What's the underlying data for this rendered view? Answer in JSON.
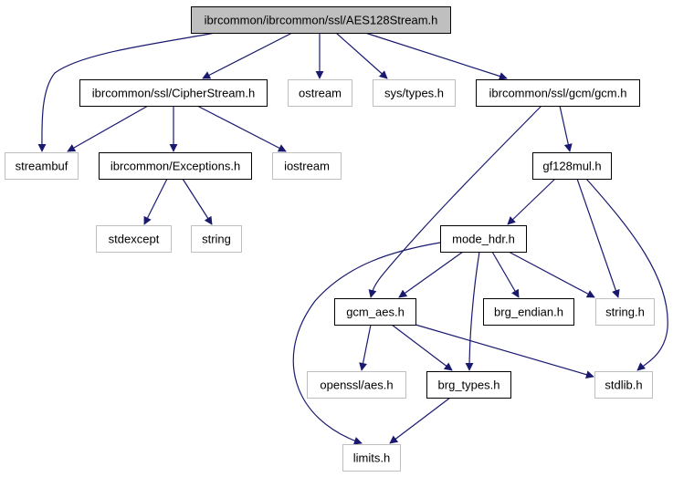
{
  "diagram": {
    "type": "include-dependency-graph",
    "colors": {
      "edge": "#191970",
      "root_fill": "#bfbfbf",
      "root_border": "#000000",
      "documented_border": "#000000",
      "external_border": "#bfbfbf",
      "node_fill": "#ffffff"
    },
    "nodes": [
      {
        "id": "aes128stream",
        "label": "ibrcommon/ibrcommon/ssl/AES128Stream.h",
        "kind": "root"
      },
      {
        "id": "cipherstream",
        "label": "ibrcommon/ssl/CipherStream.h",
        "kind": "documented"
      },
      {
        "id": "ostream",
        "label": "ostream",
        "kind": "external"
      },
      {
        "id": "systypes",
        "label": "sys/types.h",
        "kind": "external"
      },
      {
        "id": "gcm",
        "label": "ibrcommon/ssl/gcm/gcm.h",
        "kind": "documented"
      },
      {
        "id": "streambuf",
        "label": "streambuf",
        "kind": "external"
      },
      {
        "id": "exceptions",
        "label": "ibrcommon/Exceptions.h",
        "kind": "documented"
      },
      {
        "id": "iostream",
        "label": "iostream",
        "kind": "external"
      },
      {
        "id": "gf128mul",
        "label": "gf128mul.h",
        "kind": "documented"
      },
      {
        "id": "stdexcept",
        "label": "stdexcept",
        "kind": "external"
      },
      {
        "id": "string",
        "label": "string",
        "kind": "external"
      },
      {
        "id": "modehdr",
        "label": "mode_hdr.h",
        "kind": "documented"
      },
      {
        "id": "gcmaes",
        "label": "gcm_aes.h",
        "kind": "documented"
      },
      {
        "id": "brgendian",
        "label": "brg_endian.h",
        "kind": "documented"
      },
      {
        "id": "stringh",
        "label": "string.h",
        "kind": "external"
      },
      {
        "id": "opensslaes",
        "label": "openssl/aes.h",
        "kind": "external"
      },
      {
        "id": "brgtypes",
        "label": "brg_types.h",
        "kind": "documented"
      },
      {
        "id": "stdlib",
        "label": "stdlib.h",
        "kind": "external"
      },
      {
        "id": "limits",
        "label": "limits.h",
        "kind": "external"
      }
    ],
    "edges": [
      {
        "from": "aes128stream",
        "to": "streambuf"
      },
      {
        "from": "aes128stream",
        "to": "cipherstream"
      },
      {
        "from": "aes128stream",
        "to": "ostream"
      },
      {
        "from": "aes128stream",
        "to": "systypes"
      },
      {
        "from": "aes128stream",
        "to": "gcm"
      },
      {
        "from": "cipherstream",
        "to": "streambuf"
      },
      {
        "from": "cipherstream",
        "to": "exceptions"
      },
      {
        "from": "cipherstream",
        "to": "iostream"
      },
      {
        "from": "exceptions",
        "to": "stdexcept"
      },
      {
        "from": "exceptions",
        "to": "string"
      },
      {
        "from": "gcm",
        "to": "gcmaes"
      },
      {
        "from": "gcm",
        "to": "gf128mul"
      },
      {
        "from": "gf128mul",
        "to": "modehdr"
      },
      {
        "from": "gf128mul",
        "to": "stringh"
      },
      {
        "from": "gf128mul",
        "to": "stdlib"
      },
      {
        "from": "modehdr",
        "to": "limits"
      },
      {
        "from": "modehdr",
        "to": "gcmaes"
      },
      {
        "from": "modehdr",
        "to": "brgtypes"
      },
      {
        "from": "modehdr",
        "to": "brgendian"
      },
      {
        "from": "modehdr",
        "to": "stringh"
      },
      {
        "from": "gcmaes",
        "to": "opensslaes"
      },
      {
        "from": "gcmaes",
        "to": "brgtypes"
      },
      {
        "from": "gcmaes",
        "to": "stdlib"
      },
      {
        "from": "brgtypes",
        "to": "limits"
      }
    ]
  }
}
